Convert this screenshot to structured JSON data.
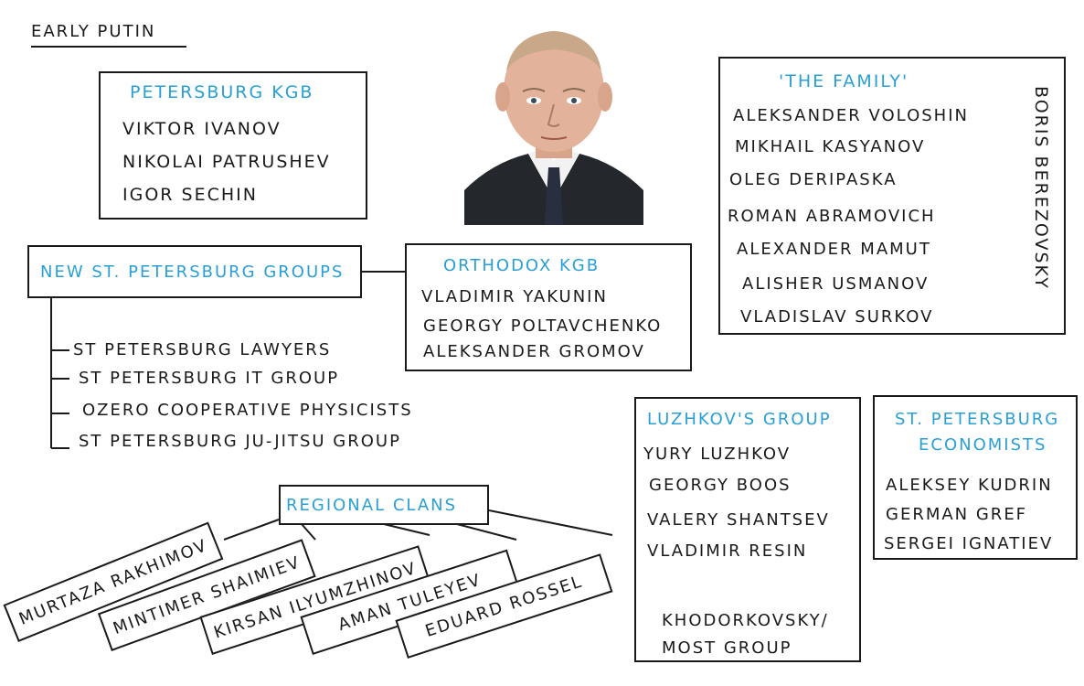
{
  "page_title": "EARLY PUTIN",
  "colors": {
    "accent": "#2a9fd6",
    "ink": "#1a1a1a"
  },
  "photo": {
    "icon": "portrait-icon"
  },
  "petersburg_kgb": {
    "title": "PETERSBURG KGB",
    "members": [
      "VIKTOR IVANOV",
      "NIKOLAI PATRUSHEV",
      "IGOR SECHIN"
    ]
  },
  "the_family": {
    "title": "'THE FAMILY'",
    "members": [
      "ALEKSANDER VOLOSHIN",
      "MIKHAIL KASYANOV",
      "OLEG DERIPASKA",
      "ROMAN ABRAMOVICH",
      "ALEXANDER MAMUT",
      "ALISHER USMANOV",
      "VLADISLAV SURKOV"
    ],
    "side_label": "BORIS BEREZOVSKY"
  },
  "new_st_petersburg": {
    "title": "NEW ST. PETERSBURG GROUPS",
    "subgroups": [
      "ST PETERSBURG LAWYERS",
      "ST PETERSBURG IT GROUP",
      "OZERO COOPERATIVE PHYSICISTS",
      "ST PETERSBURG JU-JITSU GROUP"
    ]
  },
  "orthodox_kgb": {
    "title": "ORTHODOX KGB",
    "members": [
      "VLADIMIR YAKUNIN",
      "GEORGY POLTAVCHENKO",
      "ALEKSANDER GROMOV"
    ]
  },
  "luzhkov": {
    "title": "LUZHKOV'S GROUP",
    "members": [
      "YURY LUZHKOV",
      "GEORGY BOOS",
      "VALERY SHANTSEV",
      "VLADIMIR RESIN"
    ],
    "sub_label": "KHODORKOVSKY/ MOST GROUP"
  },
  "economists": {
    "title_line1": "ST. PETERSBURG",
    "title_line2": "ECONOMISTS",
    "members": [
      "ALEKSEY KUDRIN",
      "GERMAN GREF",
      "SERGEI IGNATIEV"
    ]
  },
  "regional_clans": {
    "title": "REGIONAL CLANS",
    "members": [
      "MURTAZA RAKHIMOV",
      "MINTIMER SHAIMIEV",
      "KIRSAN ILYUMZHINOV",
      "AMAN TULEYEV",
      "EDUARD ROSSEL"
    ]
  }
}
